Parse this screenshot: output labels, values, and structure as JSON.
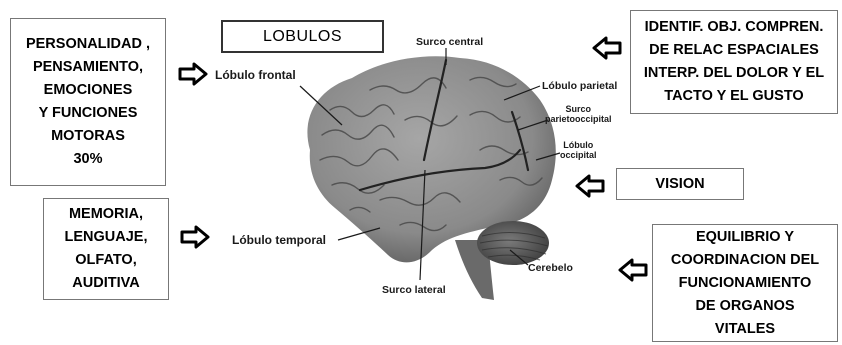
{
  "title": "LOBULOS",
  "boxes": {
    "frontal_function": "PERSONALIDAD ,\nPENSAMIENTO,\nEMOCIONES\nY  FUNCIONES\nMOTORAS\n30%",
    "temporal_function": "MEMORIA,\nLENGUAJE,\nOLFATO,\nAUDITIVA",
    "parietal_function": "IDENTIF. OBJ. COMPREN.\nDE RELAC ESPACIALES\nINTERP. DEL DOLOR Y EL\nTACTO Y EL GUSTO",
    "occipital_function": "VISION",
    "cerebellum_function": "EQUILIBRIO Y\nCOORDINACION DEL\nFUNCIONAMIENTO\nDE ORGANOS\nVITALES"
  },
  "labels": {
    "lobulo_frontal": "Lóbulo frontal",
    "surco_central": "Surco central",
    "lobulo_parietal": "Lóbulo parietal",
    "surco_parietooccipital": "Surco\nparietooccipital",
    "lobulo_occipital": "Lóbulo\noccipital",
    "lobulo_temporal": "Lóbulo temporal",
    "cerebelo": "Cerebelo",
    "surco_lateral": "Surco lateral"
  },
  "colors": {
    "brain_fill": "#8e8e8e",
    "brain_dark": "#4a4a4a",
    "cerebellum_fill": "#6e6e6e",
    "arrow_stroke": "#000000"
  },
  "icons": {
    "arrow": "outline-arrow-icon"
  }
}
